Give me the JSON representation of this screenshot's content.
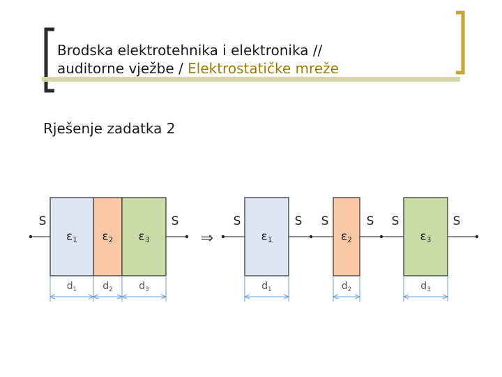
{
  "header": {
    "title_line1": "Brodska elektrotehnika i elektronika //",
    "title_line2_prefix": "auditorne vježbe / ",
    "title_line2_highlight": "Elektrostatičke mreže"
  },
  "subtitle": "Rješenje zadatka 2",
  "diagram": {
    "arrow_symbol": "⇒",
    "plate_label": "S",
    "left": {
      "layers": [
        {
          "eps": "ε",
          "sub": "1",
          "d": "d",
          "dsub": "1"
        },
        {
          "eps": "ε",
          "sub": "2",
          "d": "d",
          "dsub": "2"
        },
        {
          "eps": "ε",
          "sub": "3",
          "d": "d",
          "dsub": "3"
        }
      ]
    },
    "right": {
      "layers": [
        {
          "eps": "ε",
          "sub": "1",
          "d": "d",
          "dsub": "1"
        },
        {
          "eps": "ε",
          "sub": "2",
          "d": "d",
          "dsub": "2"
        },
        {
          "eps": "ε",
          "sub": "3",
          "d": "d",
          "dsub": "3"
        }
      ]
    },
    "colors": {
      "layer1": "#dde6f2",
      "layer2": "#f9c9a6",
      "layer3": "#c9dba6",
      "outline": "#2f2f2f",
      "dimension": "#6d9ed3",
      "label_gray": "#555555",
      "accent": "#c9a52a"
    }
  }
}
